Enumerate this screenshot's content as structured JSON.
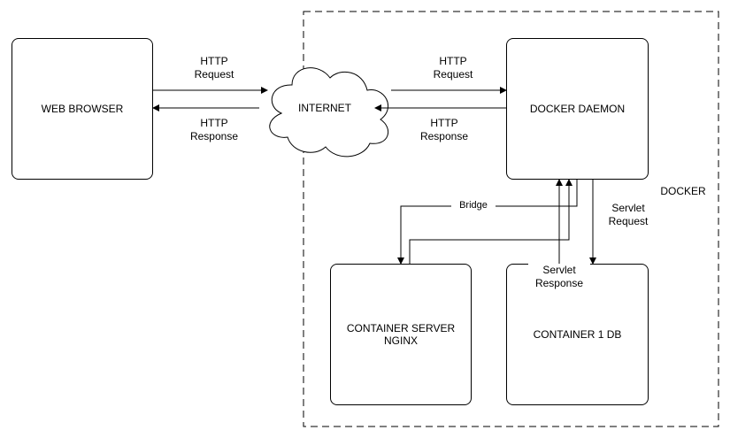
{
  "nodes": {
    "web_browser": "WEB BROWSER",
    "internet": "INTERNET",
    "docker_daemon": "DOCKER DAEMON",
    "container_server": "CONTAINER SERVER\nNGINX",
    "container_db": "CONTAINER 1 DB",
    "docker_group": "DOCKER"
  },
  "edges": {
    "browser_request": "HTTP\nRequest",
    "browser_response": "HTTP\nResponse",
    "daemon_request": "HTTP\nRequest",
    "daemon_response": "HTTP\nResponse",
    "bridge": "Bridge",
    "servlet_request": "Servlet\nRequest",
    "servlet_response": "Servlet\nResponse"
  },
  "colors": {
    "stroke": "#000000",
    "background": "#ffffff"
  }
}
